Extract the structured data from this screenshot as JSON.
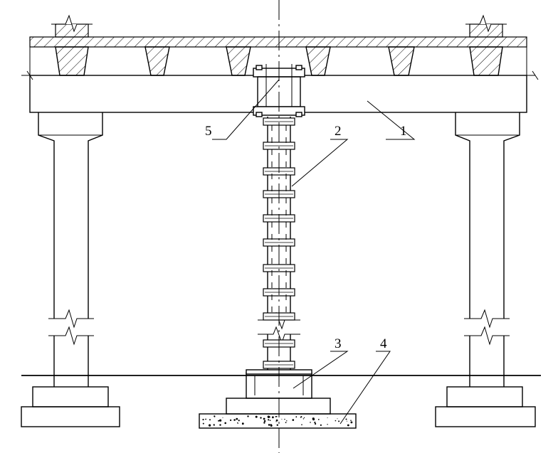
{
  "callouts": {
    "beam": "1",
    "support_column": "2",
    "base_plate": "3",
    "foundation_pad": "4",
    "top_jack": "5"
  }
}
